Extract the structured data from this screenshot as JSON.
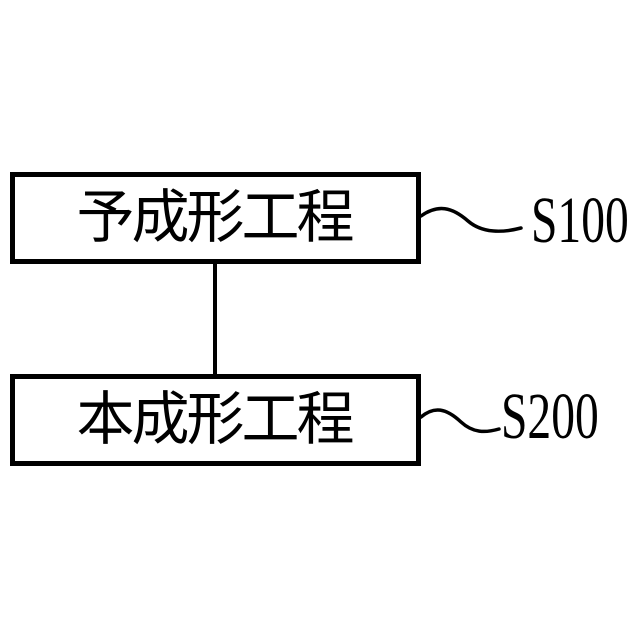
{
  "figure": {
    "type": "flowchart",
    "background_color": "#ffffff",
    "line_color": "#000000",
    "nodes": [
      {
        "label": "予成形工程",
        "step": "S100"
      },
      {
        "label": "本成形工程",
        "step": "S200"
      }
    ],
    "connections": [
      {
        "from": "予成形工程",
        "to": "本成形工程",
        "style": "vertical-line"
      },
      {
        "from": "予成形工程",
        "to": "S100",
        "style": "wavy-leader"
      },
      {
        "from": "本成形工程",
        "to": "S200",
        "style": "wavy-leader"
      }
    ]
  }
}
